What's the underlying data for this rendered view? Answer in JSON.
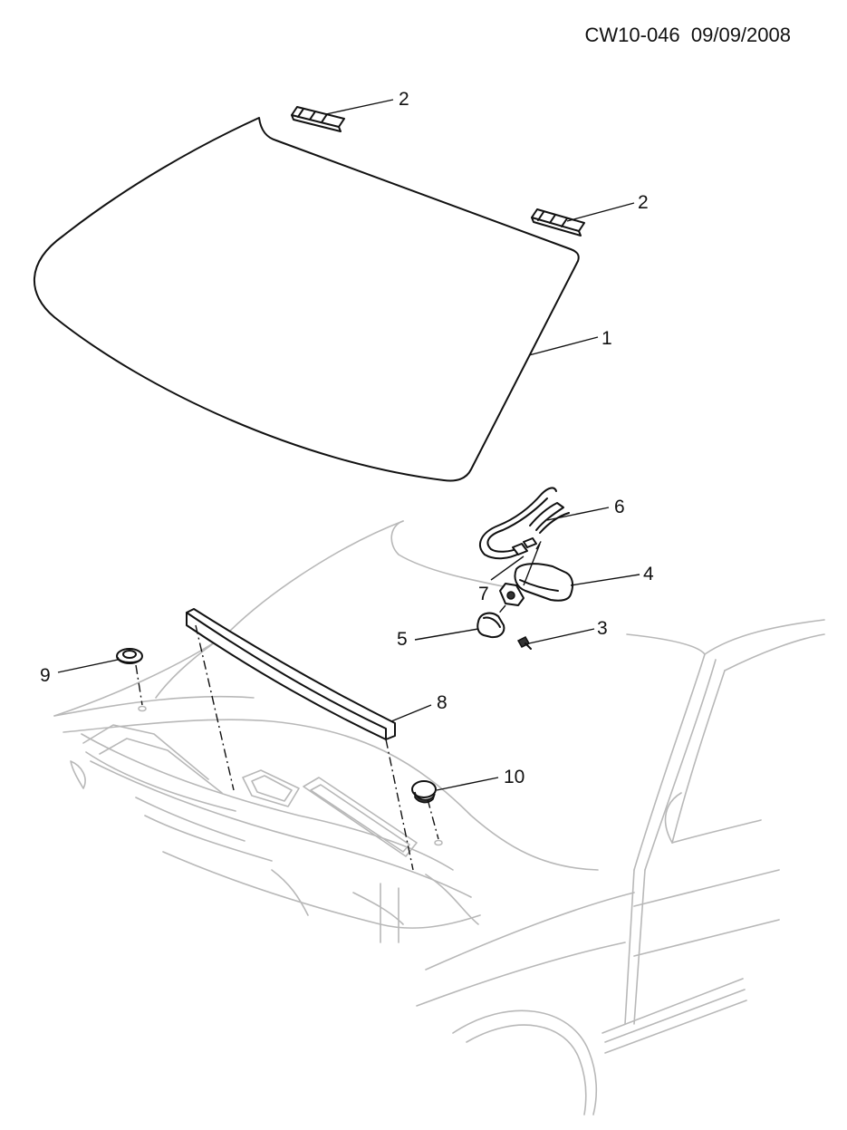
{
  "header": {
    "ref_code": "CW10-046  09/09/2008"
  },
  "callouts": [
    {
      "id": "1",
      "part": "windshield-glass"
    },
    {
      "id": "2",
      "part": "molding-clip-set-left"
    },
    {
      "id": "2",
      "part": "molding-clip-set-right"
    },
    {
      "id": "3",
      "part": "screw"
    },
    {
      "id": "4",
      "part": "rear-view-mirror"
    },
    {
      "id": "5",
      "part": "mirror-support-cover"
    },
    {
      "id": "6",
      "part": "mirror-wiring-harness"
    },
    {
      "id": "7",
      "part": "mirror-mount-bracket"
    },
    {
      "id": "8",
      "part": "cowl-seal-strip"
    },
    {
      "id": "9",
      "part": "grommet-left"
    },
    {
      "id": "10",
      "part": "grommet-right"
    }
  ],
  "colors": {
    "line": "#111111",
    "vehicle_outline": "#b8b8b8",
    "background": "#ffffff"
  }
}
